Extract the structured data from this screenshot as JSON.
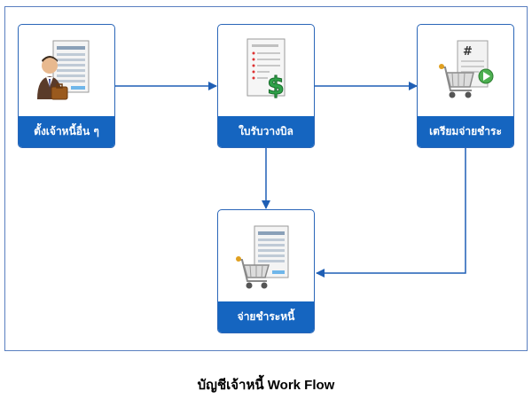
{
  "diagram": {
    "nodes": [
      {
        "id": "setup",
        "label": "ตั้งเจ้าหนี้อื่น ๆ",
        "icon": "businessman-document-icon"
      },
      {
        "id": "bill",
        "label": "ใบรับวางบิล",
        "icon": "invoice-dollar-icon"
      },
      {
        "id": "prepare",
        "label": "เตรียมจ่ายชำระ",
        "icon": "cart-document-play-icon"
      },
      {
        "id": "pay",
        "label": "จ่ายชำระหนี้",
        "icon": "cart-document-icon"
      }
    ],
    "edges": [
      {
        "from": "setup",
        "to": "bill"
      },
      {
        "from": "bill",
        "to": "prepare"
      },
      {
        "from": "bill",
        "to": "pay"
      },
      {
        "from": "prepare",
        "to": "pay"
      }
    ],
    "caption": "บัญชีเจ้าหนี้ Work Flow",
    "colors": {
      "accent": "#1565c0",
      "border": "#2a66b8",
      "arrow": "#1f5fb5",
      "frame": "#5a7fc0"
    }
  }
}
